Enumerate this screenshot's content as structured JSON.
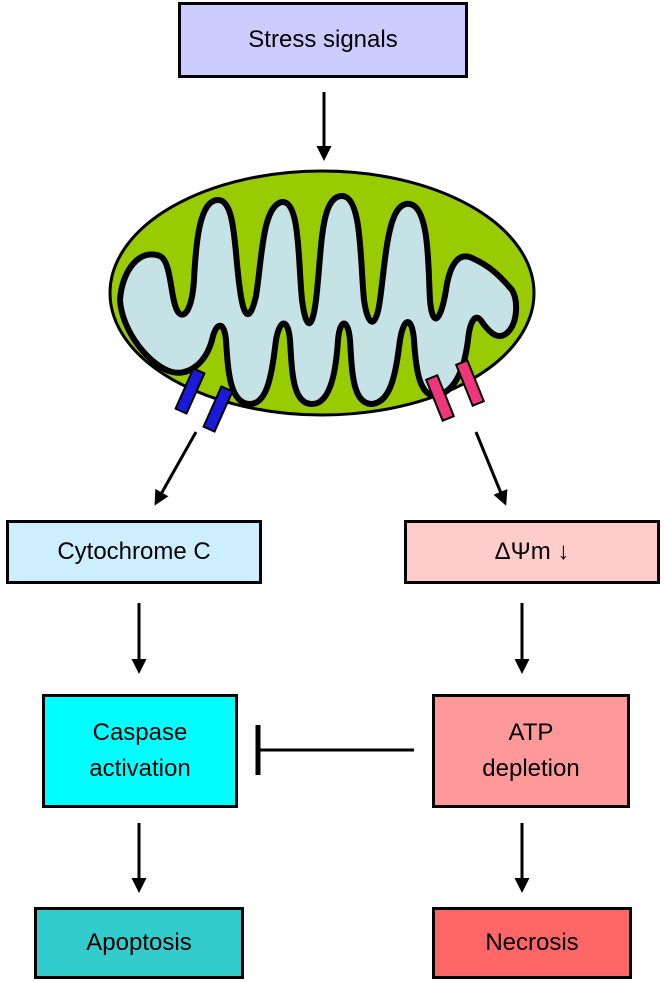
{
  "nodes": {
    "stress": {
      "label": "Stress signals",
      "color": "#ccccff"
    },
    "cytochrome": {
      "label": "Cytochrome C",
      "color": "#cceeff"
    },
    "dpsi": {
      "label": "ΔΨm ↓",
      "color": "#ffcccc"
    },
    "caspase": {
      "label": "Caspase\nactivation",
      "color": "#00ffff"
    },
    "atp": {
      "label": "ATP\ndepletion",
      "color": "#ff9999"
    },
    "apoptosis": {
      "label": "Apoptosis",
      "color": "#33cccc"
    },
    "necrosis": {
      "label": "Necrosis",
      "color": "#ff6666"
    }
  },
  "mitochondrion": {
    "outer_color": "#99cc00",
    "inner_color": "#c5e3e6",
    "left_channel_color": "#1a1adb",
    "right_channel_color": "#f0357a"
  },
  "edges": [
    {
      "from": "stress",
      "to": "mitochondrion",
      "type": "arrow"
    },
    {
      "from": "mitochondrion",
      "to": "cytochrome",
      "type": "arrow"
    },
    {
      "from": "mitochondrion",
      "to": "dpsi",
      "type": "arrow"
    },
    {
      "from": "cytochrome",
      "to": "caspase",
      "type": "arrow"
    },
    {
      "from": "dpsi",
      "to": "atp",
      "type": "arrow"
    },
    {
      "from": "caspase",
      "to": "apoptosis",
      "type": "arrow"
    },
    {
      "from": "atp",
      "to": "necrosis",
      "type": "arrow"
    },
    {
      "from": "atp",
      "to": "caspase",
      "type": "inhibition"
    }
  ]
}
